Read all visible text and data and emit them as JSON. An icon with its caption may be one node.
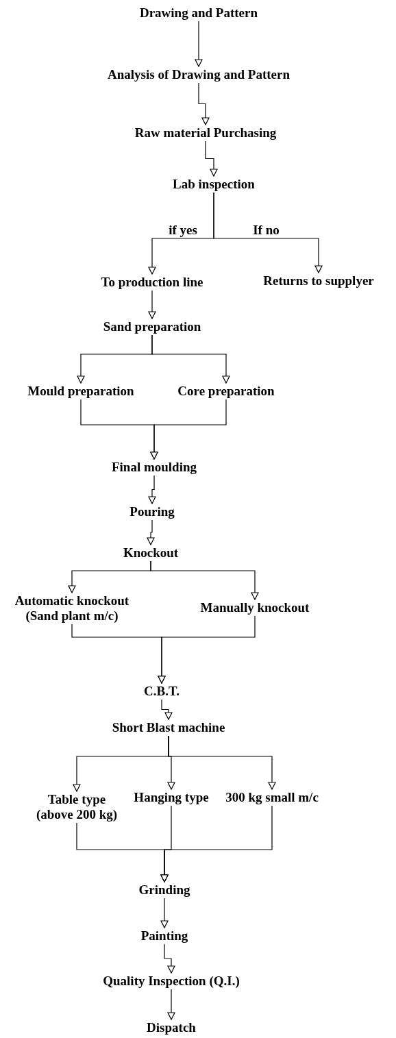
{
  "diagram": {
    "nodes": [
      {
        "text": [
          "Drawing and Pattern"
        ]
      },
      {
        "text": [
          "Analysis of Drawing and Pattern"
        ]
      },
      {
        "text": [
          "Raw material Purchasing"
        ]
      },
      {
        "text": [
          "Lab inspection"
        ]
      },
      {
        "text": [
          "To production line"
        ]
      },
      {
        "text": [
          "Returns to supplyer"
        ]
      },
      {
        "text": [
          "Sand preparation"
        ]
      },
      {
        "text": [
          "Mould preparation"
        ]
      },
      {
        "text": [
          "Core preparation"
        ]
      },
      {
        "text": [
          "Final moulding"
        ]
      },
      {
        "text": [
          "Pouring"
        ]
      },
      {
        "text": [
          "Knockout"
        ]
      },
      {
        "text": [
          "Automatic knockout (Sand plant m/c)"
        ]
      },
      {
        "text": [
          "Manually knockout"
        ]
      },
      {
        "text": [
          "C.B.T."
        ]
      },
      {
        "text": [
          "Short Blast machine"
        ]
      },
      {
        "text": [
          "Table type (above 200 kg)"
        ]
      },
      {
        "text": [
          "Hanging type"
        ]
      },
      {
        "text": [
          "300 kg small m/c"
        ]
      },
      {
        "text": [
          "Grinding"
        ]
      },
      {
        "text": [
          "Painting"
        ]
      },
      {
        "text": [
          "Quality Inspection (Q.I.)"
        ]
      },
      {
        "text": [
          "Dispatch"
        ]
      }
    ],
    "edges": [
      {
        "from": 0,
        "to": 1,
        "arrow": "to"
      },
      {
        "from": 1,
        "to": 2,
        "arrow": "to"
      },
      {
        "from": 2,
        "to": 3,
        "arrow": "to"
      },
      {
        "from": 3,
        "to": 4,
        "arrow": "to",
        "label": "if yes"
      },
      {
        "from": 3,
        "to": 5,
        "arrow": "to",
        "label": "If no"
      },
      {
        "from": 4,
        "to": 6,
        "arrow": "to"
      },
      {
        "from": 6,
        "to": 7,
        "arrow": "to"
      },
      {
        "from": 6,
        "to": 8,
        "arrow": "to"
      },
      {
        "from": 7,
        "to": 9,
        "arrow": "to"
      },
      {
        "from": 8,
        "to": 9,
        "arrow": "to"
      },
      {
        "from": 9,
        "to": 10,
        "arrow": "to"
      },
      {
        "from": 10,
        "to": 11,
        "arrow": "to"
      },
      {
        "from": 11,
        "to": 12,
        "arrow": "to"
      },
      {
        "from": 11,
        "to": 13,
        "arrow": "to"
      },
      {
        "from": 12,
        "to": 14,
        "arrow": "to"
      },
      {
        "from": 13,
        "to": 14,
        "arrow": "to"
      },
      {
        "from": 14,
        "to": 15,
        "arrow": "to"
      },
      {
        "from": 15,
        "to": 16,
        "arrow": "to"
      },
      {
        "from": 15,
        "to": 17,
        "arrow": "to"
      },
      {
        "from": 15,
        "to": 18,
        "arrow": "to"
      },
      {
        "from": 16,
        "to": 19,
        "arrow": "to"
      },
      {
        "from": 17,
        "to": 19,
        "arrow": "to"
      },
      {
        "from": 18,
        "to": 19,
        "arrow": "to"
      },
      {
        "from": 19,
        "to": 20,
        "arrow": "to"
      },
      {
        "from": 20,
        "to": 21,
        "arrow": "to"
      },
      {
        "from": 21,
        "to": 22,
        "arrow": "to"
      }
    ]
  }
}
